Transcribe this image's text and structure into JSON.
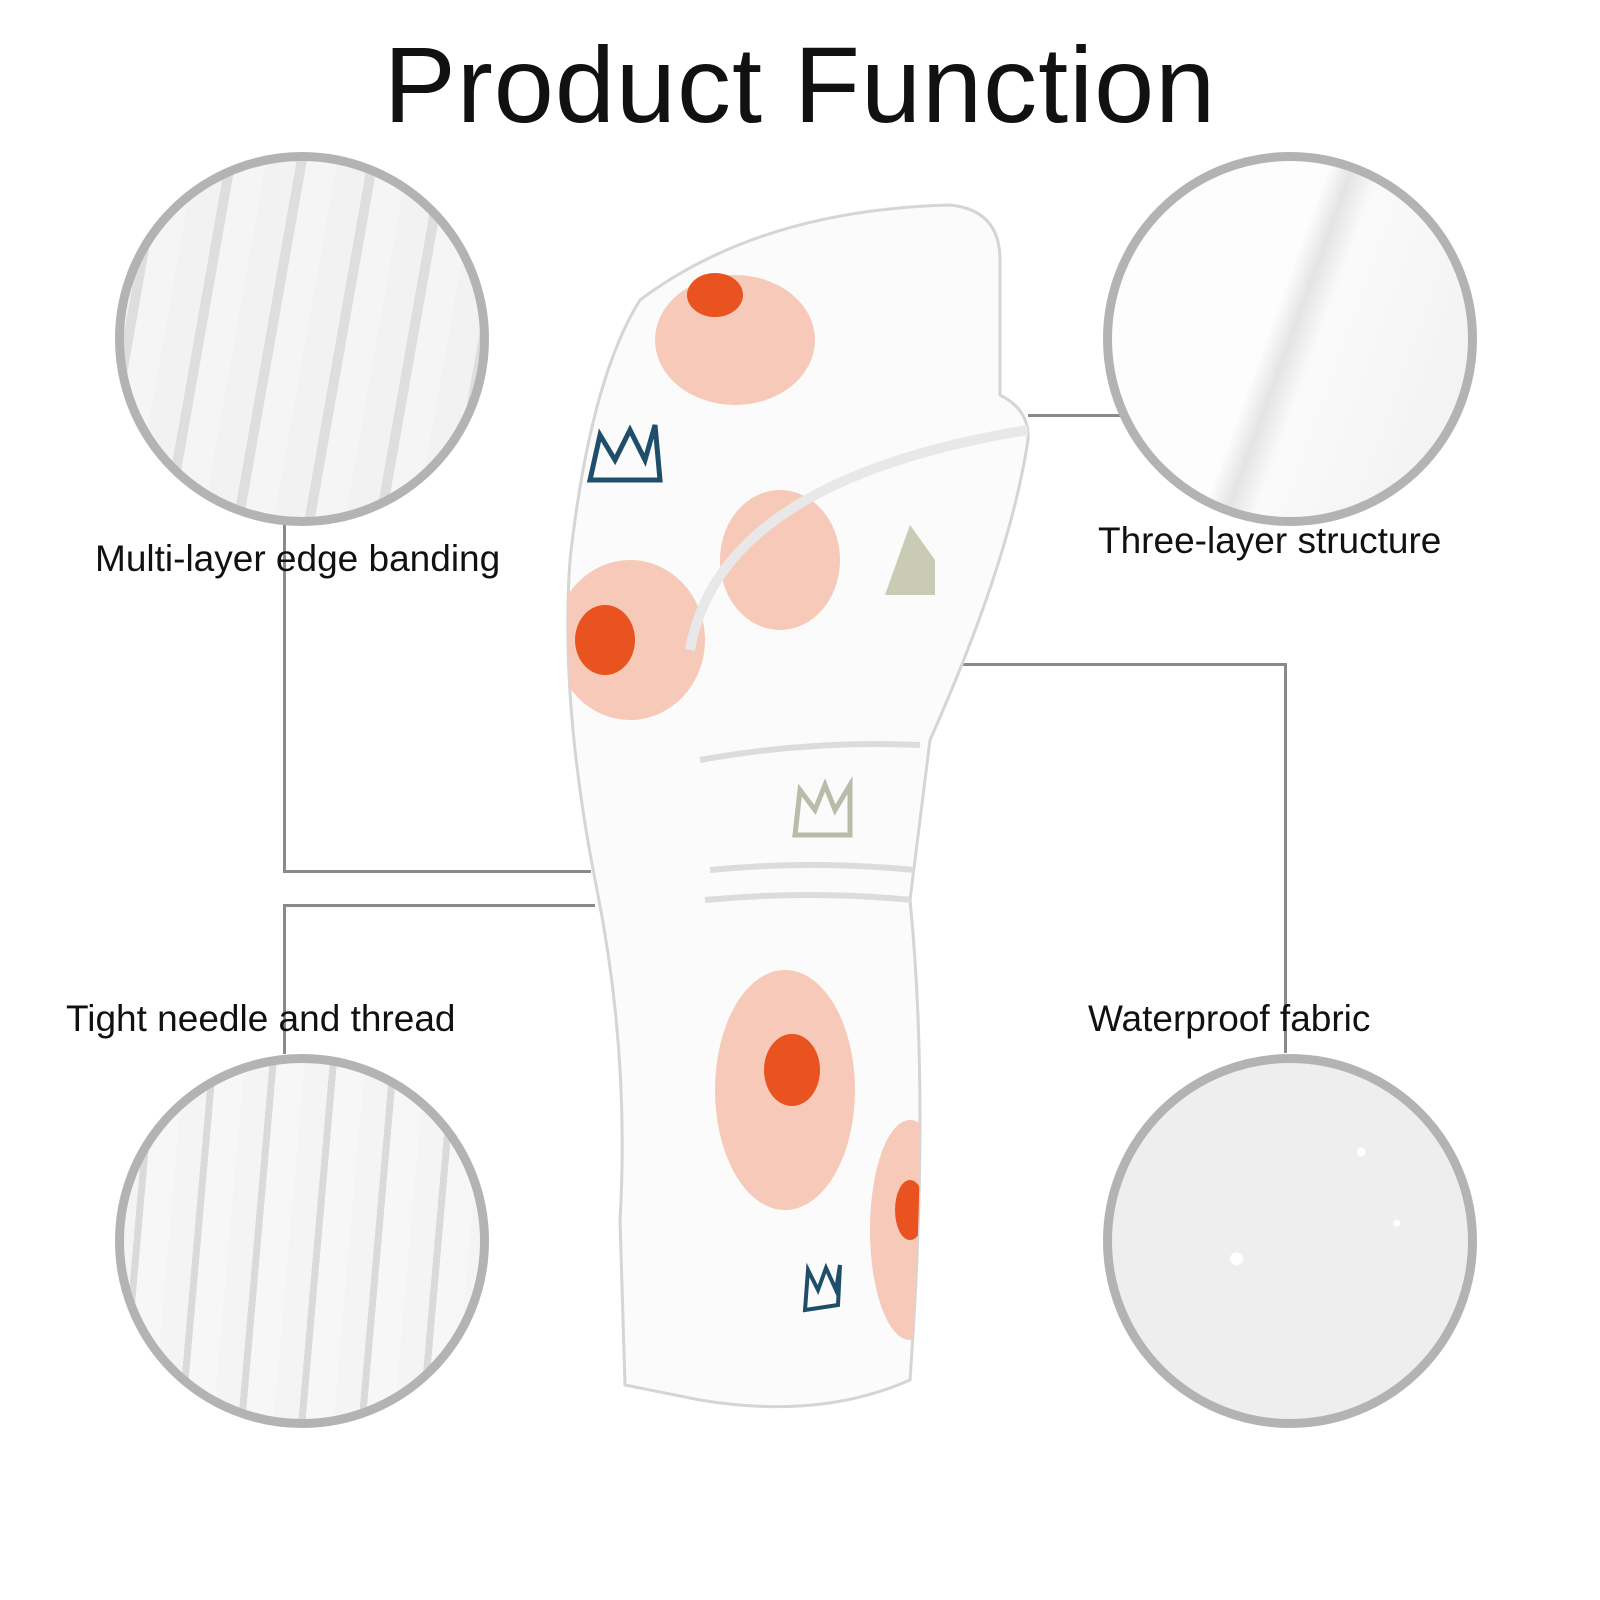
{
  "title": "Product Function",
  "features": [
    {
      "label": "Multi-layer edge banding",
      "icon": "edge-banding-closeup"
    },
    {
      "label": "Three-layer structure",
      "icon": "layer-structure-closeup"
    },
    {
      "label": "Tight needle and thread",
      "icon": "stitching-closeup"
    },
    {
      "label": "Waterproof fabric",
      "icon": "water-droplets-closeup"
    }
  ],
  "colors": {
    "circle_border": "#b3b3b3",
    "line": "#8a8a8a",
    "pig": "#f6c9b8",
    "nose": "#e8531f",
    "crown": "#1f4e6b"
  }
}
